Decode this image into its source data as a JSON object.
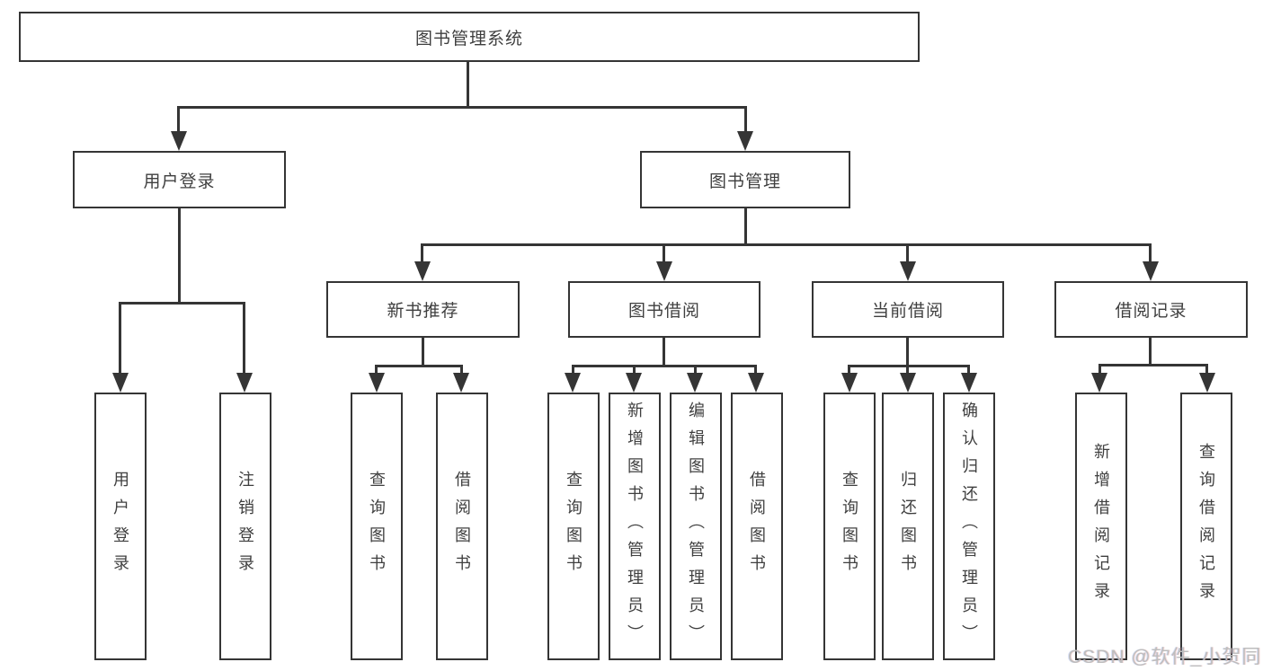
{
  "diagram": {
    "title": "图书管理系统",
    "colors": {
      "line": "#353535",
      "text": "#3f3f3f",
      "background": "#ffffff",
      "watermark": "#bdbdbd"
    },
    "nodes": {
      "root": {
        "label": "图书管理系统"
      },
      "user_login": {
        "label": "用户登录"
      },
      "book_mgmt": {
        "label": "图书管理"
      },
      "new_book_rec": {
        "label": "新书推荐"
      },
      "book_borrow": {
        "label": "图书借阅"
      },
      "current_borrow": {
        "label": "当前借阅"
      },
      "borrow_record": {
        "label": "借阅记录"
      },
      "leaf_user_login": {
        "label": "用户登录"
      },
      "leaf_logout": {
        "label": "注销登录"
      },
      "leaf_rec_query_books": {
        "label": "查询图书"
      },
      "leaf_rec_borrow_books": {
        "label": "借阅图书"
      },
      "leaf_bb_query_books": {
        "label": "查询图书"
      },
      "leaf_bb_add_books": {
        "label": "新增图书（管理员）"
      },
      "leaf_bb_edit_books": {
        "label": "编辑图书（管理员）"
      },
      "leaf_bb_borrow_books": {
        "label": "借阅图书"
      },
      "leaf_cb_query_books": {
        "label": "查询图书"
      },
      "leaf_cb_return_books": {
        "label": "归还图书"
      },
      "leaf_cb_confirm_return": {
        "label": "确认归还（管理员）"
      },
      "leaf_br_add_record": {
        "label": "新增借阅记录"
      },
      "leaf_br_query_record": {
        "label": "查询借阅记录"
      }
    }
  },
  "watermark": {
    "text": "CSDN @软件_小贺同学"
  }
}
